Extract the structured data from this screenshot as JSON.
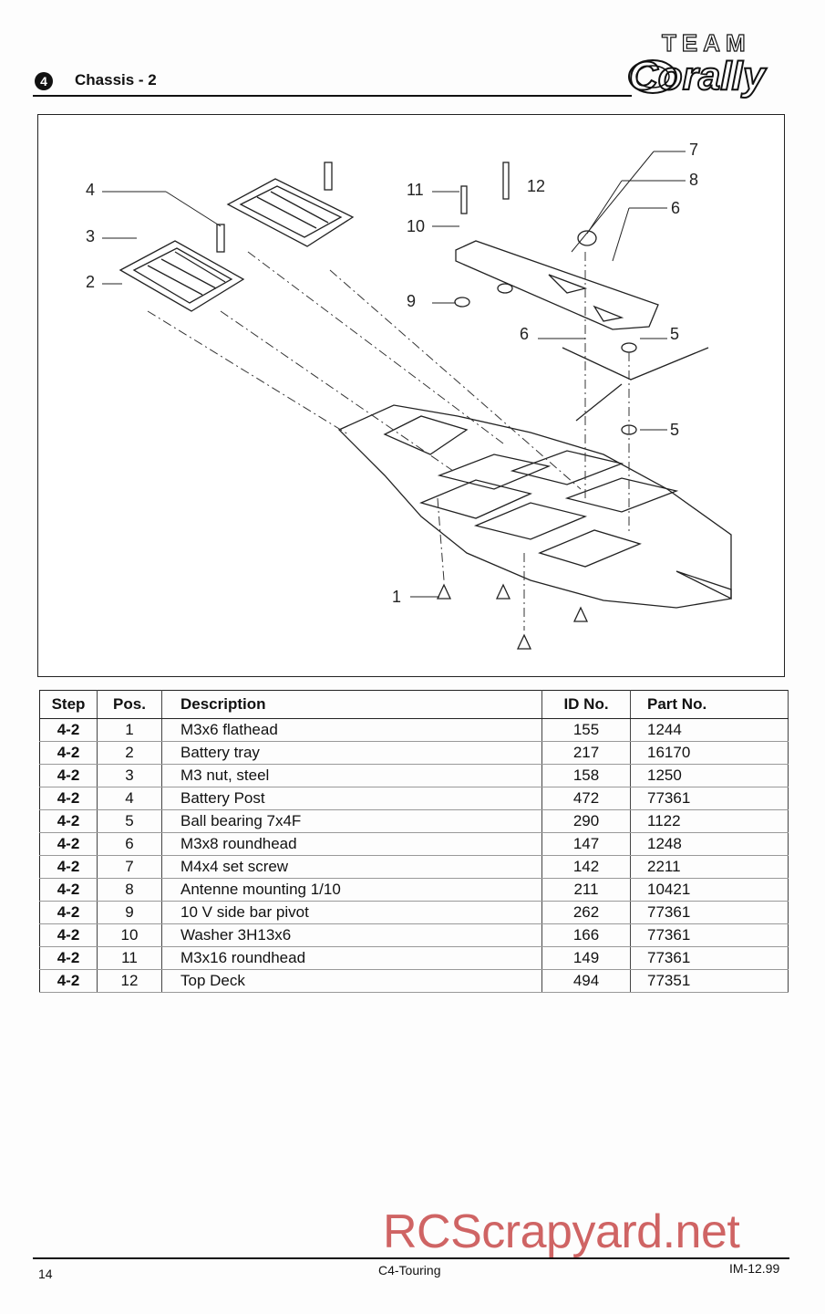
{
  "header": {
    "step_number": "4",
    "title": "Chassis - 2",
    "logo_top": "TEAM",
    "logo_main": "Corally"
  },
  "diagram": {
    "callouts": [
      "4",
      "3",
      "2",
      "11",
      "10",
      "9",
      "12",
      "7",
      "8",
      "6",
      "6",
      "5",
      "5",
      "1"
    ]
  },
  "parts_table": {
    "headers": [
      "Step",
      "Pos.",
      "Description",
      "ID No.",
      "Part No."
    ],
    "rows": [
      [
        "4-2",
        "1",
        "M3x6 flathead",
        "155",
        "1244"
      ],
      [
        "4-2",
        "2",
        "Battery tray",
        "217",
        "16170"
      ],
      [
        "4-2",
        "3",
        "M3 nut, steel",
        "158",
        "1250"
      ],
      [
        "4-2",
        "4",
        "Battery Post",
        "472",
        "77361"
      ],
      [
        "4-2",
        "5",
        "Ball bearing 7x4F",
        "290",
        "1122"
      ],
      [
        "4-2",
        "6",
        "M3x8 roundhead",
        "147",
        "1248"
      ],
      [
        "4-2",
        "7",
        "M4x4 set screw",
        "142",
        "2211"
      ],
      [
        "4-2",
        "8",
        "Antenne mounting 1/10",
        "211",
        "10421"
      ],
      [
        "4-2",
        "9",
        "10 V side bar pivot",
        "262",
        "77361"
      ],
      [
        "4-2",
        "10",
        "Washer 3H13x6",
        "166",
        "77361"
      ],
      [
        "4-2",
        "11",
        "M3x16 roundhead",
        "149",
        "77361"
      ],
      [
        "4-2",
        "12",
        "Top Deck",
        "494",
        "77351"
      ]
    ]
  },
  "footer": {
    "page_number": "14",
    "center_text": "C4-Touring",
    "right_text": "IM-12.99"
  },
  "watermark": "RCScrapyard.net"
}
